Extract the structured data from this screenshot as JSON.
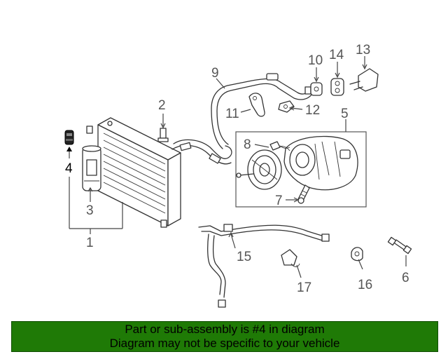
{
  "callouts": {
    "n1": "1",
    "n2": "2",
    "n3": "3",
    "n4": "4",
    "n5": "5",
    "n6": "6",
    "n7": "7",
    "n8": "8",
    "n9": "9",
    "n10": "10",
    "n11": "11",
    "n12": "12",
    "n13": "13",
    "n14": "14",
    "n15": "15",
    "n16": "16",
    "n17": "17"
  },
  "highlighted_part": "4",
  "banner": {
    "line1": "Part or sub-assembly is #4 in diagram",
    "line2": "Diagram may not be specific to your vehicle",
    "background_color": "#1f7a06"
  }
}
